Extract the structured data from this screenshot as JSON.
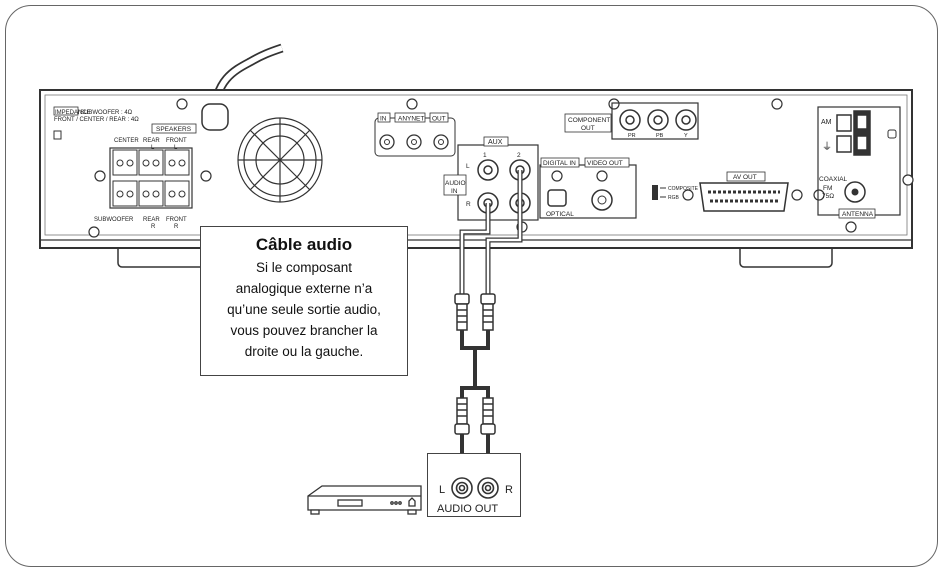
{
  "panel": {
    "impedance_title": "IMPEDANCE",
    "impedance_sub": "SUBWOOFER : 4Ω",
    "impedance_line2": "FRONT / CENTER / REAR : 4Ω",
    "speakers_label": "SPEAKERS",
    "center_label": "CENTER",
    "rear_label": "REAR",
    "front_label": "FRONT",
    "rear_l": "L",
    "front_l": "L",
    "subwoofer_label": "SUBWOOFER",
    "rear_r": "R",
    "front_r": "R",
    "anynet_in": "IN",
    "anynet_label": "ANYNET",
    "anynet_out": "OUT",
    "aux_label": "AUX",
    "aux_1": "1",
    "aux_2": "2",
    "aux_l": "L",
    "aux_r": "R",
    "audio_in_line1": "AUDIO",
    "audio_in_line2": "IN",
    "digital_in_label": "DIGITAL IN",
    "optical_label": "OPTICAL",
    "video_out_label": "VIDEO OUT",
    "component_out_line1": "COMPONENT",
    "component_out_line2": "OUT",
    "pr_label": "PR",
    "pb_label": "PB",
    "y_label": "Y",
    "composite_label": "COMPOSITE",
    "rgb_label": "RGB",
    "av_out_label": "AV OUT",
    "am_label": "AM",
    "coaxial_label": "COAXIAL",
    "fm_label": "FM",
    "ohm_label": "75Ω",
    "antenna_label": "ANTENNA"
  },
  "callout": {
    "title": "Câble audio",
    "body": "Si le composant\nanalogique externe n’a\nqu’une seule sortie audio,\nvous pouvez brancher la\ndroite ou la gauche."
  },
  "source_device": {
    "out_l": "L",
    "out_r": "R",
    "audio_out_label": "AUDIO OUT"
  }
}
